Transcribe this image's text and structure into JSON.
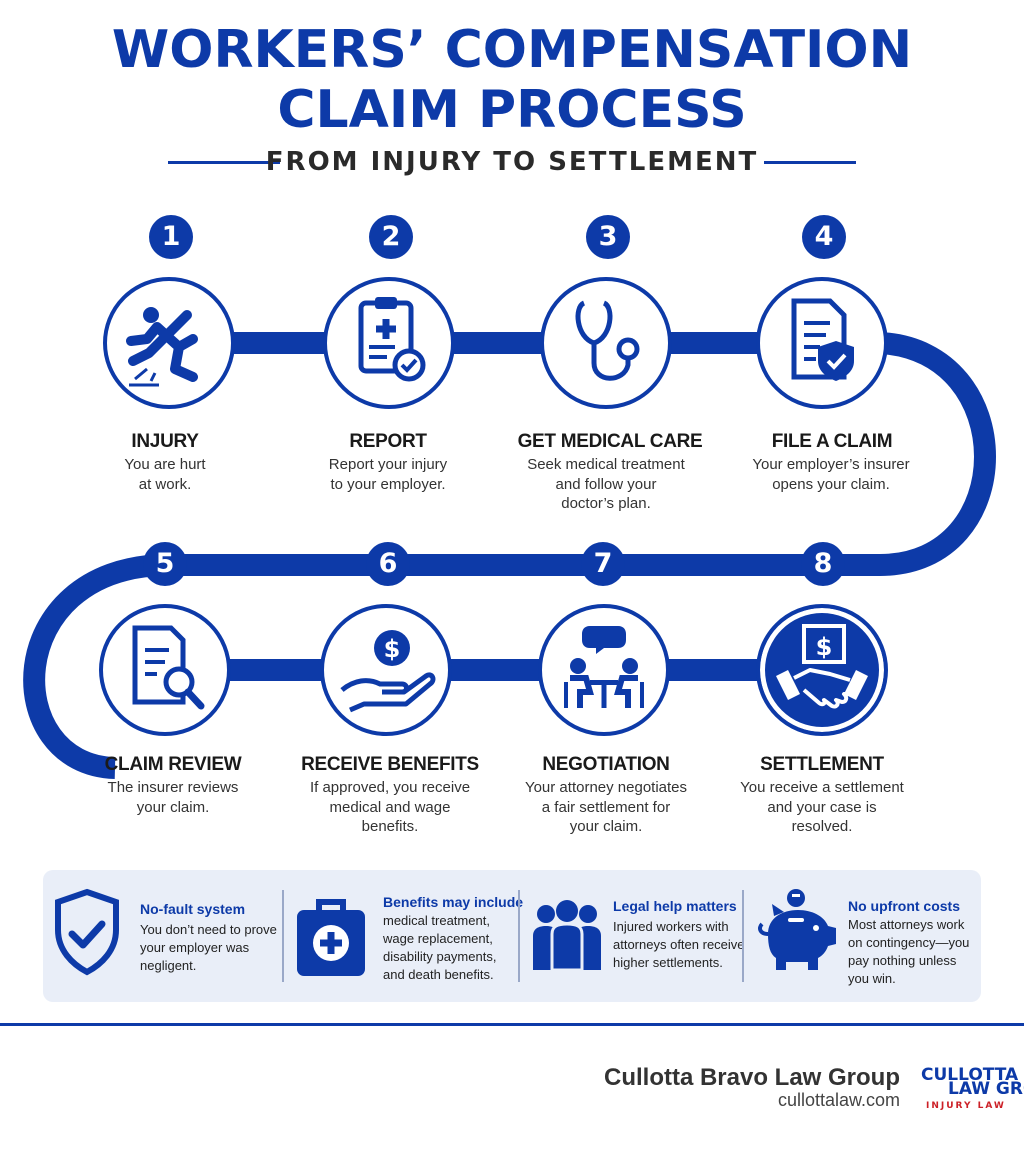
{
  "header": {
    "title_line1": "WORKERS’ COMPENSATION",
    "title_line2": "CLAIM PROCESS",
    "subtitle": "FROM INJURY TO SETTLEMENT"
  },
  "steps": [
    {
      "number": "1",
      "title": "INJURY",
      "description": "You are hurt\nat work.",
      "icon": "falling-person-icon"
    },
    {
      "number": "2",
      "title": "REPORT",
      "description": "Report your injury\nto your employer.",
      "icon": "clipboard-check-icon"
    },
    {
      "number": "3",
      "title": "GET MEDICAL CARE",
      "description": "Seek medical treatment\nand follow your\ndoctor’s plan.",
      "icon": "stethoscope-icon"
    },
    {
      "number": "4",
      "title": "FILE A CLAIM",
      "description": "Your employer’s insurer\nopens your claim.",
      "icon": "document-shield-icon"
    },
    {
      "number": "5",
      "title": "CLAIM REVIEW",
      "description": "The insurer reviews\nyour claim.",
      "icon": "document-magnifier-icon"
    },
    {
      "number": "6",
      "title": "RECEIVE BENEFITS",
      "description": "If approved, you receive\nmedical and wage\nbenefits.",
      "icon": "hand-dollar-icon"
    },
    {
      "number": "7",
      "title": "NEGOTIATION",
      "description": "Your attorney negotiates\na fair settlement for\nyour claim.",
      "icon": "meeting-icon"
    },
    {
      "number": "8",
      "title": "SETTLEMENT",
      "description": "You receive a settlement\nand your case is\nresolved.",
      "icon": "handshake-dollar-icon"
    }
  ],
  "info": [
    {
      "heading": "No-fault system",
      "text": "You don’t need to prove\nyour employer was\nnegligent.",
      "icon": "shield-check-icon"
    },
    {
      "heading": "Benefits may include",
      "text": "medical treatment,\nwage replacement,\ndisability payments,\nand death benefits.",
      "icon": "medical-kit-icon"
    },
    {
      "heading": "Legal help matters",
      "text": "Injured workers with\nattorneys often receive\nhigher settlements.",
      "icon": "people-group-icon"
    },
    {
      "heading": "No upfront costs",
      "text": "Most attorneys work\non contingency—you\npay nothing unless\nyou win.",
      "icon": "piggy-bank-icon"
    }
  ],
  "footer": {
    "firm_name": "Cullotta Bravo Law Group",
    "website": "cullottalaw.com",
    "logo_text_line1": "CULLOTTA",
    "logo_text_line2": "LAW GROUP",
    "logo_text_line3": "INJURY LAW"
  },
  "colors": {
    "primary": "#0d3aa8",
    "panel": "#e9eef8",
    "accent_red": "#cc2027"
  }
}
